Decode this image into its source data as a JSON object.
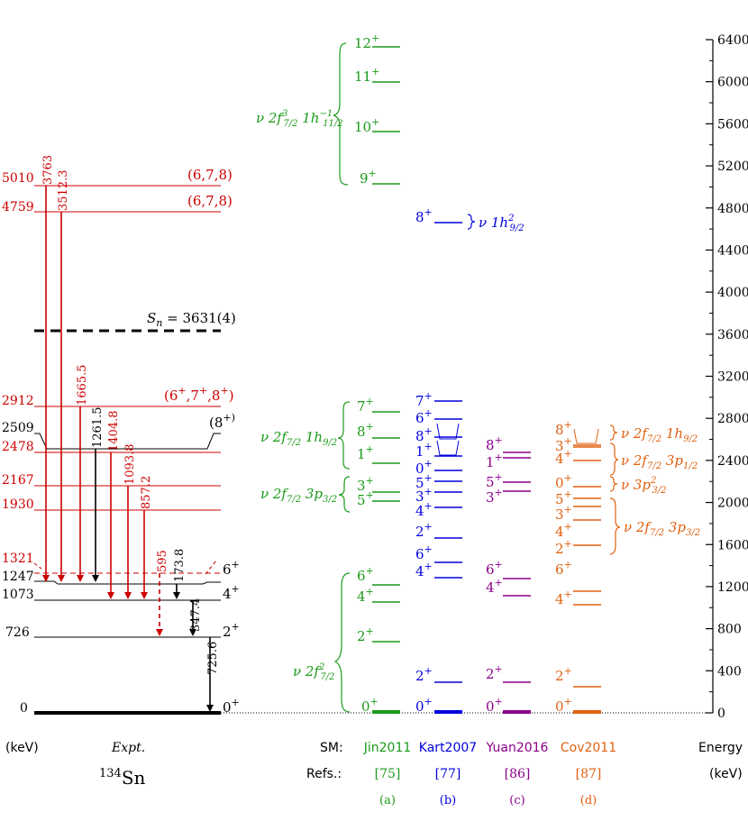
{
  "colors": {
    "expt": "#cc0000",
    "black": "#000000",
    "jin": "#1a9a1a",
    "kart": "#0000dd",
    "yuan": "#8a008a",
    "cov": "#e06010"
  },
  "energy_axis": {
    "ticks": [
      "0",
      "400",
      "800",
      "1200",
      "1600",
      "2000",
      "2400",
      "2800",
      "3200",
      "3600",
      "4000",
      "4400",
      "4800",
      "5200",
      "5600",
      "6000",
      "6400"
    ],
    "label_top": "Energy",
    "label_bottom": "(keV)"
  },
  "experiment": {
    "unit": "(keV)",
    "title": "Expt.",
    "nucleus_mass": "134",
    "nucleus_symbol": "Sn",
    "sn_label": "S",
    "sn_sub": "n",
    "sn_value": " = 3631(4)",
    "levels": [
      {
        "energy": "0",
        "spin": "0",
        "parity": "+"
      },
      {
        "energy": "726",
        "spin": "2",
        "parity": "+"
      },
      {
        "energy": "1073",
        "spin": "4",
        "parity": "+"
      },
      {
        "energy": "1247",
        "spin": "6",
        "parity": "+"
      },
      {
        "energy": "1321",
        "spin": "",
        "parity": ""
      },
      {
        "energy": "1930",
        "spin": "",
        "parity": ""
      },
      {
        "energy": "2167",
        "spin": "",
        "parity": ""
      },
      {
        "energy": "2478",
        "spin": "",
        "parity": ""
      },
      {
        "energy": "2509",
        "spin": "(8",
        "parity": "+)"
      },
      {
        "energy": "2912",
        "spin": "(6+,7+,8+)",
        "parity": ""
      },
      {
        "energy": "4759",
        "spin": "(6,7,8)",
        "parity": ""
      },
      {
        "energy": "5010",
        "spin": "(6,7,8)",
        "parity": ""
      }
    ],
    "transitions": [
      "725.6",
      "347.4",
      "173.8",
      "595",
      "857.2",
      "1093.8",
      "1404.8",
      "1261.5",
      "1665.5",
      "3512.3",
      "3763"
    ]
  },
  "footer": {
    "sm_label": "SM:",
    "refs_label": "Refs.:"
  },
  "models": [
    {
      "key": "jin",
      "name": "Jin2011",
      "ref": "[75]",
      "panel": "(a)"
    },
    {
      "key": "kart",
      "name": "Kart2007",
      "ref": "[77]",
      "panel": "(b)"
    },
    {
      "key": "yuan",
      "name": "Yuan2016",
      "ref": "[86]",
      "panel": "(c)"
    },
    {
      "key": "cov",
      "name": "Cov2011",
      "ref": "[87]",
      "panel": "(d)"
    }
  ],
  "config_labels": {
    "jin_h11": "ν 2f7/2 1h11/2",
    "jin_h9": "ν 2f7/2 1h9/2",
    "jin_p3": "ν 2f7/2 3p3/2",
    "jin_f2": "ν 2f7/2 2",
    "kart_h9": "ν 1h9/2 2",
    "cov_h9": "ν 2f7/2 1h9/2",
    "cov_p1": "ν 2f7/2 3p1/2",
    "cov_p3sq": "ν 3p3/2 2",
    "cov_p3": "ν 2f7/2 3p3/2"
  }
}
